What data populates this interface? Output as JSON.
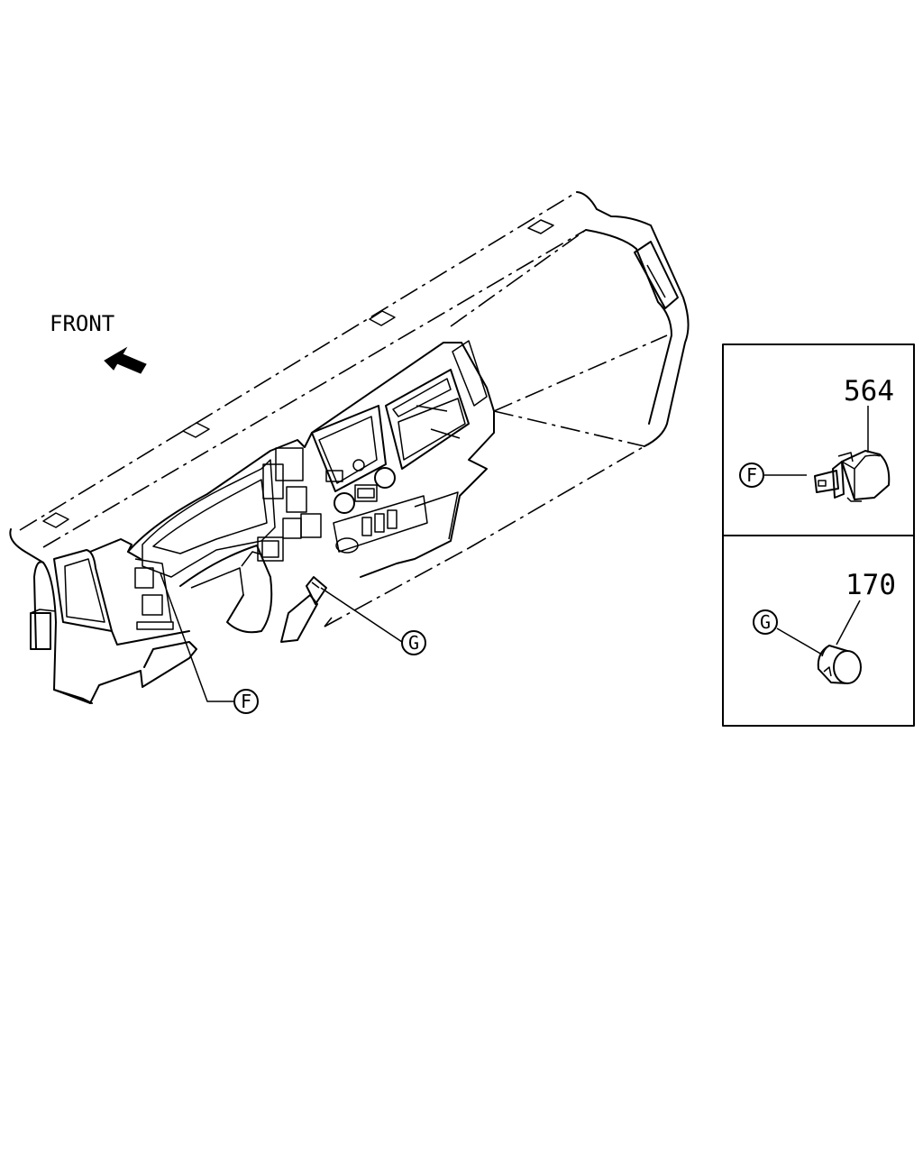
{
  "front_label": "FRONT",
  "callouts": {
    "f_main": "F",
    "g_main": "G",
    "f_detail": "F",
    "g_detail": "G"
  },
  "parts": {
    "part_564": "564",
    "part_170": "170"
  }
}
